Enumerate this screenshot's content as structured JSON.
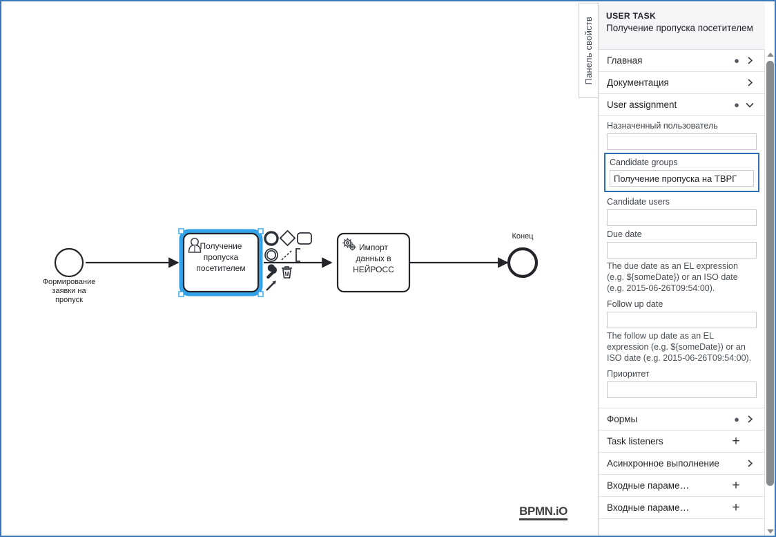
{
  "app": {
    "logo": "BPMN.iO",
    "accent": "#2a6db0",
    "frame_border": "#3a76b8"
  },
  "canvas": {
    "elements": [
      {
        "type": "start-event",
        "label": "Формирование\nзаявки на\nпропуск"
      },
      {
        "type": "user-task",
        "label": "Получение\nпропуска\nпосетителем",
        "selected": true
      },
      {
        "type": "service-task",
        "label": "Импорт\nданных в\nНЕЙРОСС"
      },
      {
        "type": "end-event",
        "label": "Конец"
      }
    ],
    "context_pad": [
      "append-end-event-icon",
      "append-gateway-icon",
      "append-task-icon",
      "append-intermediate-event-icon",
      "append-text-annotation-icon",
      "wrench-icon",
      "trash-icon",
      "connect-icon"
    ]
  },
  "properties_tab": {
    "label": "Панель свойств"
  },
  "properties_panel": {
    "header": {
      "kind": "USER TASK",
      "name": "Получение пропуска посетителем"
    },
    "groups": [
      {
        "label": "Главная",
        "dot": "●",
        "marker": "chevron-right"
      },
      {
        "label": "Документация",
        "dot": "",
        "marker": "chevron-right"
      },
      {
        "label": "User assignment",
        "dot": "●",
        "marker": "chevron-down"
      }
    ],
    "user_assignment_fields": [
      {
        "name": "assigned-user",
        "label": "Назначенный пользователь",
        "value": "",
        "hint": "",
        "highlighted": false
      },
      {
        "name": "candidate-groups",
        "label": "Candidate groups",
        "value": "Получение пропуска на ТВРГ",
        "hint": "",
        "highlighted": true
      },
      {
        "name": "candidate-users",
        "label": "Candidate users",
        "value": "",
        "hint": "",
        "highlighted": false
      },
      {
        "name": "due-date",
        "label": "Due date",
        "value": "",
        "hint": "The due date as an EL expression (e.g. ${someDate}) or an ISO date (e.g. 2015-06-26T09:54:00).",
        "highlighted": false
      },
      {
        "name": "follow-up-date",
        "label": "Follow up date",
        "value": "",
        "hint": "The follow up date as an EL expression (e.g. ${someDate}) or an ISO date (e.g. 2015-06-26T09:54:00).",
        "highlighted": false
      },
      {
        "name": "priority",
        "label": "Приоритет",
        "value": "",
        "hint": "",
        "highlighted": false
      }
    ],
    "bottom_groups": [
      {
        "label": "Формы",
        "dot": "●",
        "marker": "chevron-right"
      },
      {
        "label": "Task listeners",
        "dot": "",
        "marker": "plus"
      },
      {
        "label": "Асинхронное выполнение",
        "dot": "",
        "marker": "chevron-right"
      },
      {
        "label": "Входные параме…",
        "dot": "",
        "marker": "plus"
      },
      {
        "label": "Входные параме…",
        "dot": "",
        "marker": "plus"
      }
    ]
  }
}
